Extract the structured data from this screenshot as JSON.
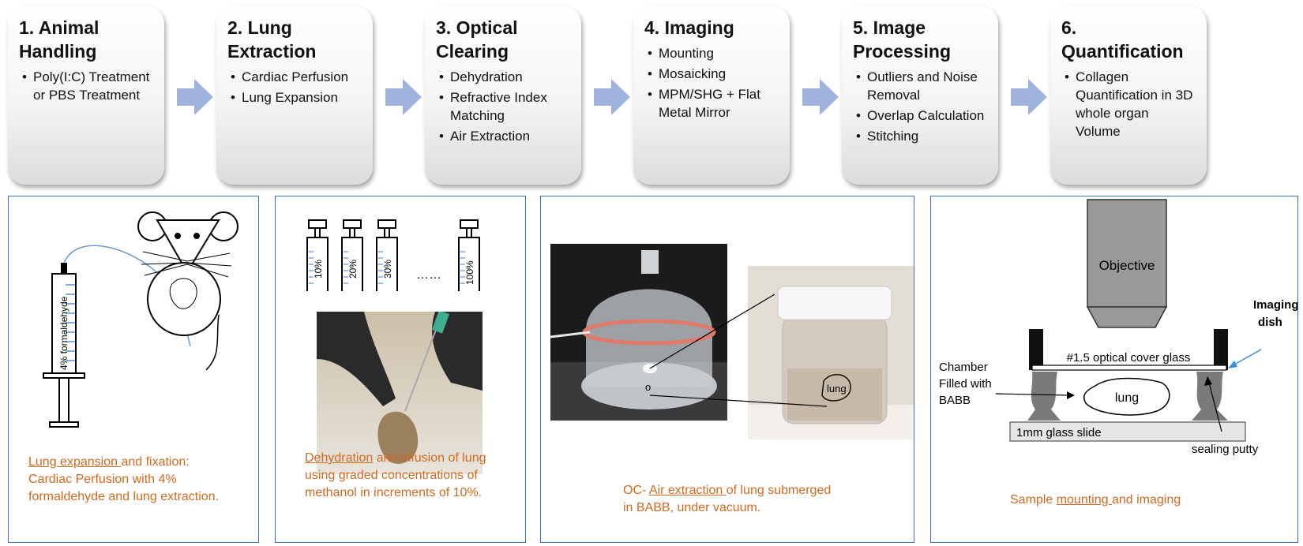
{
  "steps": [
    {
      "title": "1. Animal Handling",
      "items": [
        "Poly(I:C) Treatment or PBS Treatment"
      ]
    },
    {
      "title": "2. Lung Extraction",
      "items": [
        "Cardiac Perfusion",
        "Lung Expansion"
      ]
    },
    {
      "title": "3. Optical Clearing",
      "items": [
        "Dehydration",
        "Refractive Index Matching",
        "Air Extraction"
      ]
    },
    {
      "title": "4. Imaging",
      "items": [
        "Mounting",
        "Mosaicking",
        "MPM/SHG + Flat Metal Mirror"
      ]
    },
    {
      "title": "5. Image Processing",
      "items": [
        "Outliers and Noise Removal",
        "Overlap Calculation",
        "Stitching"
      ]
    },
    {
      "title": "6. Quantification",
      "items": [
        "Collagen Quantification in 3D whole organ Volume"
      ]
    }
  ],
  "panel1": {
    "syringe_label": "4% formaldehyde",
    "caption": {
      "underlined": "Lung expansion ",
      "rest1": "and fixation:",
      "line2": "Cardiac Perfusion with 4%",
      "line3": "formaldehyde and lung extraction."
    }
  },
  "panel2": {
    "syringes": [
      "10%",
      "20%",
      "30%",
      "100%"
    ],
    "ellipsis": "……",
    "caption": {
      "underlined": "Dehydration",
      "rest1": " and infusion of lung",
      "line2": "using graded concentrations of",
      "line3": "methanol in increments of 10%."
    }
  },
  "panel3": {
    "photo_o_label": "o",
    "lung_label": "lung",
    "caption": {
      "prefix": "OC- ",
      "underlined": "Air extraction ",
      "rest1": "of lung submerged",
      "line2": "in BABB, under vacuum."
    }
  },
  "panel4": {
    "objective": "Objective",
    "imaging_dish": "Imaging dish",
    "cover_glass": "#1.5 optical cover glass",
    "chamber": "Chamber Filled with BABB",
    "lung": "lung",
    "slide": "1mm glass slide",
    "putty": "sealing putty",
    "caption": {
      "prefix": "Sample ",
      "underlined": "mounting ",
      "rest1": "and imaging"
    }
  },
  "colors": {
    "panel_border": "#3d6fb6",
    "caption": "#d2691e",
    "arrow": "#9fb3dc",
    "syringe_ticks": "#5b8fd6",
    "tube": "#6a9bd1"
  }
}
